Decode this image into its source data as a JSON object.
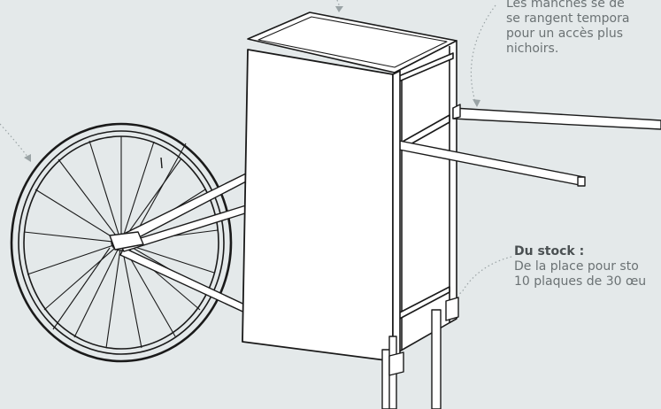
{
  "annotations": {
    "handles": {
      "lines": [
        "Les manches se dé",
        "se rangent tempora",
        "pour un accès plus",
        "nichoirs."
      ]
    },
    "stock": {
      "title": "Du stock :",
      "lines": [
        "De la place pour sto",
        "10 plaques de 30 œu"
      ]
    }
  },
  "colors": {
    "background": "#e4e9ea",
    "line": "#1a1a1a",
    "panel": "#ffffff",
    "annotation_text": "#6b7274",
    "leader": "#9aa3a5"
  }
}
